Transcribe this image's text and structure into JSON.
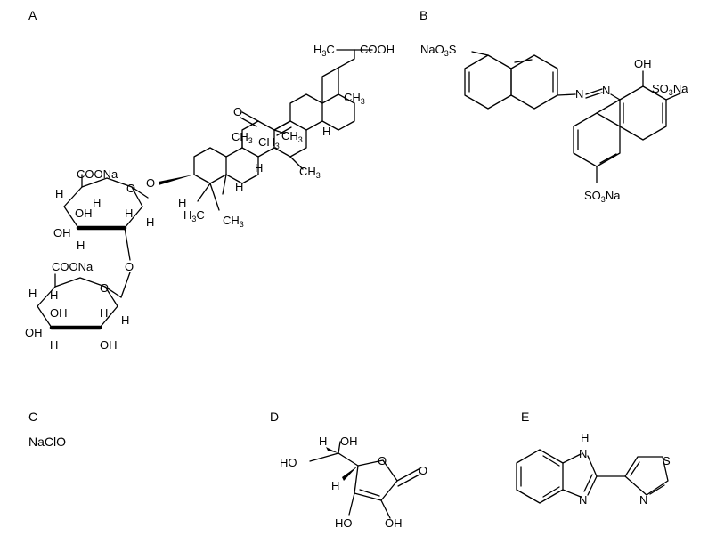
{
  "panels": {
    "a": {
      "label": "A"
    },
    "b": {
      "label": "B"
    },
    "c": {
      "label": "C",
      "formula": "NaClO"
    },
    "d": {
      "label": "D"
    },
    "e": {
      "label": "E"
    }
  },
  "atoms_a": {
    "h3c_top": "H",
    "h3c_top_sub": "3",
    "h3c_top_c": "C",
    "cooh": "COOH",
    "oxo": "O",
    "ch3_1": "CH",
    "ch3_1_sub": "3",
    "ch3_2": "CH",
    "ch3_2_sub": "3",
    "ch3_3": "CH",
    "ch3_3_sub": "3",
    "ch3_4": "CH",
    "ch3_4_sub": "3",
    "ch3_5": "CH",
    "ch3_5_sub": "3",
    "ch3_6": "CH",
    "ch3_6_sub": "3",
    "h3c_low": "H",
    "h3c_low_sub": "3",
    "h3c_low_c": "C",
    "h_1": "H",
    "h_2": "H",
    "h_3": "H",
    "h_4": "H",
    "o_link": "O",
    "coona_1": "COONa",
    "coona_2": "COONa",
    "ring_o1": "O",
    "ring_o2": "O",
    "glyco_o": "O",
    "s1_h1": "H",
    "s1_oh1": "OH",
    "s1_h2": "H",
    "s1_h3": "H",
    "s1_oh2": "OH",
    "s1_h4": "H",
    "s1_h5": "H",
    "s2_h1": "H",
    "s2_h2": "H",
    "s2_oh1": "OH",
    "s2_h3": "H",
    "s2_h4": "H",
    "s2_oh2": "OH",
    "s2_h5": "H",
    "s2_oh3": "OH"
  },
  "atoms_b": {
    "naos_1": "NaO",
    "naos_1_sub": "3",
    "naos_1_s": "S",
    "n1": "N",
    "n2": "N",
    "oh": "OH",
    "so3na_1": "SO",
    "so3na_1_sub": "3",
    "so3na_1_na": "Na",
    "so3na_2": "SO",
    "so3na_2_sub": "3",
    "so3na_2_na": "Na"
  },
  "atoms_d": {
    "oh_top": "OH",
    "ho_left": "HO",
    "h_1": "H",
    "h_2": "H",
    "ring_o": "O",
    "carbonyl_o": "O",
    "ho_bottom": "HO",
    "oh_bottom": "OH"
  },
  "atoms_e": {
    "nh_h": "H",
    "nh_n": "N",
    "n_low": "N",
    "s": "S",
    "n_thz": "N"
  }
}
